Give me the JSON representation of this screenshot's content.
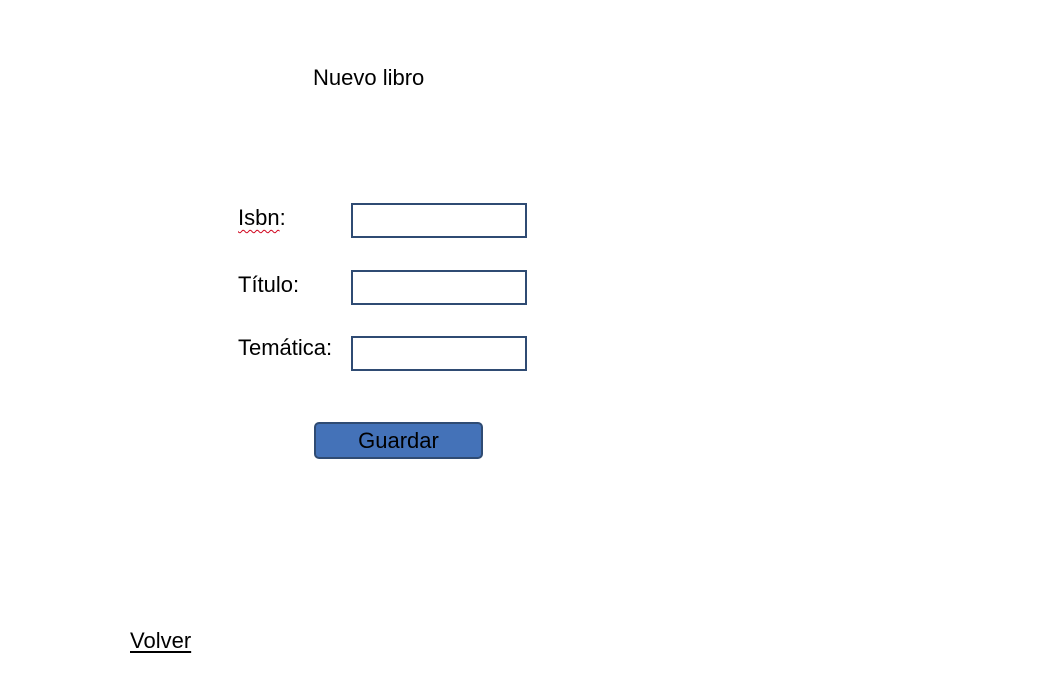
{
  "page": {
    "title": "Nuevo libro"
  },
  "form": {
    "isbn": {
      "label": "Isbn",
      "label_suffix": ":",
      "value": ""
    },
    "titulo": {
      "label": "Título:",
      "value": ""
    },
    "tematica": {
      "label": "Temática:",
      "value": ""
    },
    "save_label": "Guardar"
  },
  "nav": {
    "back_label": "Volver"
  },
  "colors": {
    "button_fill": "#4472b8",
    "input_border": "#2f4b73",
    "spellcheck_underline": "#d0021b"
  }
}
